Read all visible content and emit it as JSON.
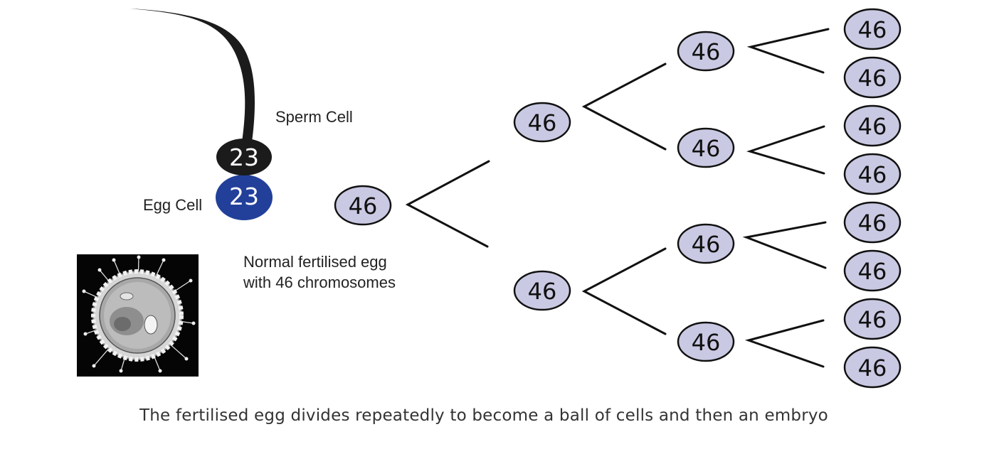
{
  "labels": {
    "sperm_cell": "Sperm Cell",
    "egg_cell": "Egg Cell",
    "fertilised_line1": "Normal fertilised egg",
    "fertilised_line2": "with 46 chromosomes",
    "caption": "The fertilised egg divides repeatedly to become a ball of cells and then an embryo"
  },
  "gametes": {
    "sperm_count": "23",
    "egg_count": "23"
  },
  "cells": {
    "zygote": "46",
    "gen1": [
      "46",
      "46"
    ],
    "gen2": [
      "46",
      "46",
      "46",
      "46"
    ],
    "gen3": [
      "46",
      "46",
      "46",
      "46",
      "46",
      "46",
      "46",
      "46"
    ]
  },
  "colors": {
    "cell_fill": "#c9c9e3",
    "cell_stroke": "#111111",
    "sperm_head": "#1b1b1b",
    "egg": "#22409a",
    "photo_bg": "#050505"
  }
}
